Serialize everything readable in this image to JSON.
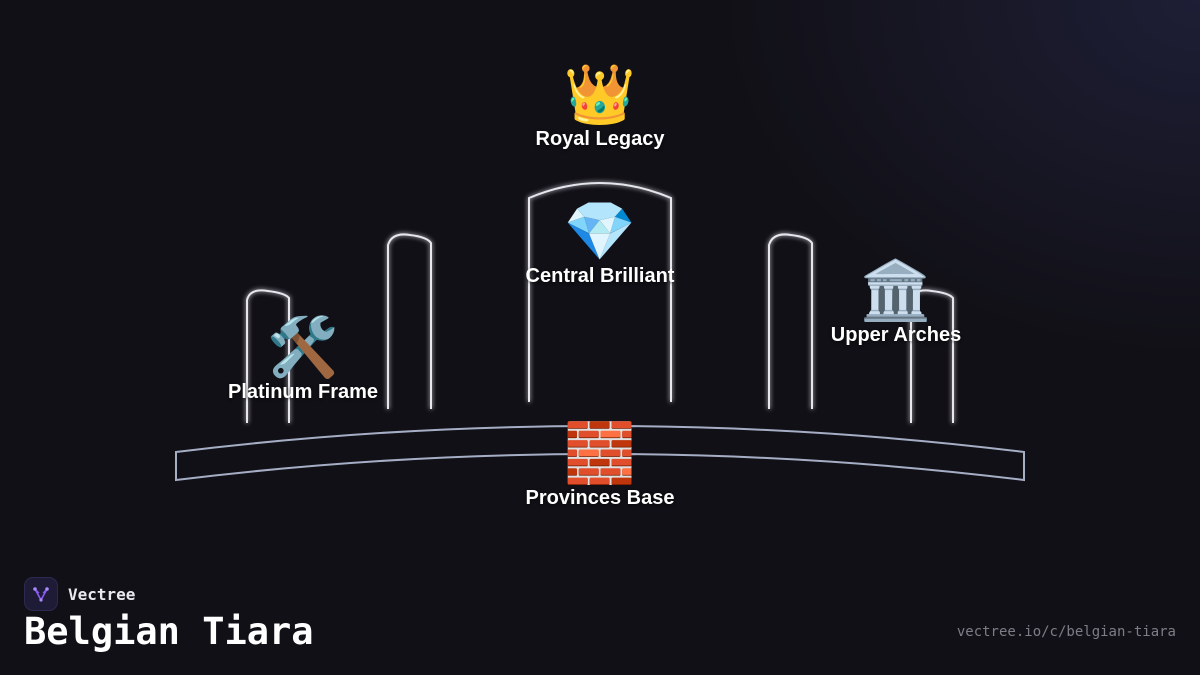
{
  "nodes": {
    "royal_legacy": {
      "icon": "crown-icon",
      "emoji": "👑",
      "label": "Royal Legacy"
    },
    "central_brilliant": {
      "icon": "gem-icon",
      "emoji": "💎",
      "label": "Central Brilliant"
    },
    "upper_arches": {
      "icon": "classical-building-icon",
      "emoji": "🏛️",
      "label": "Upper Arches"
    },
    "platinum_frame": {
      "icon": "tools-icon",
      "emoji": "🛠️",
      "label": "Platinum Frame"
    },
    "provinces_base": {
      "icon": "brick-icon",
      "emoji": "🧱",
      "label": "Provinces Base"
    }
  },
  "footer": {
    "brand_name": "Vectree",
    "title": "Belgian Tiara",
    "url": "vectree.io/c/belgian-tiara"
  },
  "colors": {
    "background": "#111016",
    "outline": "#e6e6ee",
    "base_outline": "#a6aec6",
    "brand_logo": "#8b5cf6"
  }
}
